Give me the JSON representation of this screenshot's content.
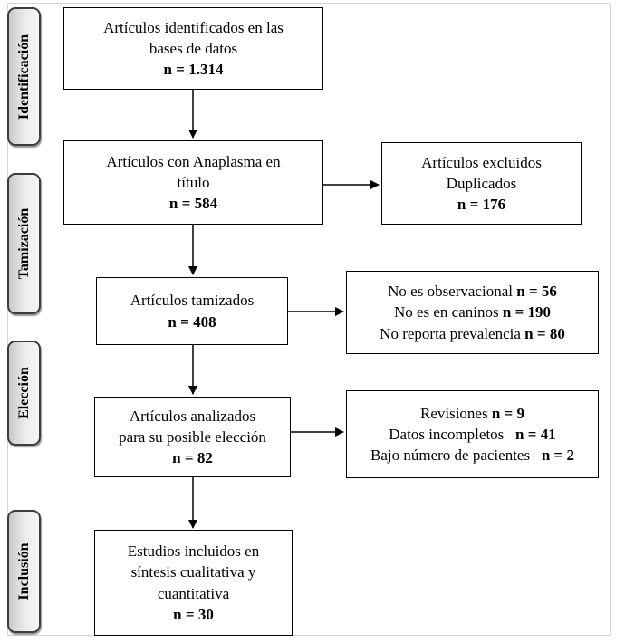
{
  "phases": [
    "Identificación",
    "Tamización",
    "Elección",
    "Inclusión"
  ],
  "boxes": {
    "identified": {
      "lines": [
        "Artículos identificados en las",
        "bases de datos"
      ],
      "count": "n = 1.314"
    },
    "title": {
      "lines": [
        "Artículos con Anaplasma en",
        "título"
      ],
      "count": "n = 584"
    },
    "excluded": {
      "lines": [
        "Artículos excluidos",
        "Duplicados"
      ],
      "count": "n = 176"
    },
    "screened": {
      "lines": [
        "Artículos tamizados"
      ],
      "count": "n = 408"
    },
    "screen_excl": [
      {
        "label": "No es observacional ",
        "count": "n = 56"
      },
      {
        "label": "No es en caninos ",
        "count": "n = 190"
      },
      {
        "label": "No reporta prevalencia ",
        "count": "n = 80"
      }
    ],
    "analyzed": {
      "lines": [
        "Artículos analizados",
        "para su posible elección"
      ],
      "count": "n = 82"
    },
    "analyzed_excl": [
      {
        "label": "Revisiones ",
        "count": "n = 9"
      },
      {
        "label": "Datos incompletos   ",
        "count": "n = 41"
      },
      {
        "label": "Bajo número de pacientes   ",
        "count": "n = 2"
      }
    ],
    "included": {
      "lines": [
        "Estudios incluidos en",
        "síntesis cualitativa y",
        "cuantitativa"
      ],
      "count": "n = 30"
    }
  }
}
